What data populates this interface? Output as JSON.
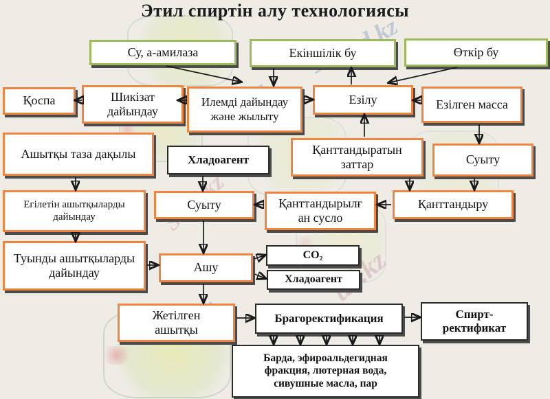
{
  "title": "Этил спиртін алу технологиясы",
  "colors": {
    "background": "#efece6",
    "green_border": "#9cba5b",
    "orange_border": "#ee8540",
    "black_border": "#2a2a2a",
    "shadow": "#4b4b4b",
    "watermark_blue": "#8096bc",
    "watermark_rose": "#c396aa"
  },
  "watermarks": {
    "wm1": "– Stud.kz",
    "wm2": "Stud.kz –",
    "wm3": "ud.kz",
    "wm4": "Stud",
    "wm5": "d.kz"
  },
  "boxes": [
    {
      "id": "su-amilaza",
      "style": "green",
      "label": "Су, а-амилаза"
    },
    {
      "id": "ekinshilik-bu",
      "style": "green",
      "label": "Екіншілік бу"
    },
    {
      "id": "otkir-bu",
      "style": "green",
      "label": "Өткір бу"
    },
    {
      "id": "qospa",
      "style": "orange",
      "label": "Қоспа"
    },
    {
      "id": "shikizat-dayindau",
      "style": "orange",
      "label": "Шикізат\nдайындау"
    },
    {
      "id": "ilemdi-dayindau",
      "style": "orange",
      "label": "Илемді дайындау\nжәне жылыту"
    },
    {
      "id": "ezilu",
      "style": "orange",
      "label": "Езілу"
    },
    {
      "id": "ezilgen-massa",
      "style": "orange",
      "label": "Езілген масса"
    },
    {
      "id": "ashytqy-taza-daqyly",
      "style": "orange",
      "label": "Ашытқы таза дақылы"
    },
    {
      "id": "qanttandyratyn-zattar",
      "style": "orange",
      "label": "Қанттандыратын\nзаттар"
    },
    {
      "id": "suytu-right",
      "style": "orange",
      "label": "Суыту"
    },
    {
      "id": "egiletin-ashytqylardy-dayindau",
      "style": "orange",
      "label": "Егілетін ашытқыларды\nдайындау"
    },
    {
      "id": "suytu-middle",
      "style": "orange",
      "label": "Суыту"
    },
    {
      "id": "qanttandyrylgan-suslo",
      "style": "orange",
      "label": "Қанттандырылғ\nан сусло"
    },
    {
      "id": "qanttandyru",
      "style": "orange",
      "label": "Қанттандыру"
    },
    {
      "id": "tuyndy-ashytqylardy-dayindau",
      "style": "orange",
      "label": "Туынды ашытқыларды\nдайындау"
    },
    {
      "id": "ashu",
      "style": "orange",
      "label": "Ашу"
    },
    {
      "id": "zhetilgen-ashytqy",
      "style": "orange",
      "label": "Жетілген\nашытқы"
    },
    {
      "id": "hladoagent-top",
      "style": "black",
      "label": "Хладоагент"
    },
    {
      "id": "co2",
      "style": "black",
      "label": "CO₂"
    },
    {
      "id": "hladoagent-bottom",
      "style": "black",
      "label": "Хладоагент"
    },
    {
      "id": "bragorektifikaciya",
      "style": "black",
      "label": "Брагоректификация"
    },
    {
      "id": "spirt-rektifikat",
      "style": "black",
      "label": "Спирт-\nректификат"
    },
    {
      "id": "barda",
      "style": "black",
      "label": "Барда, эфироальдегидная\nфракция, лютерная вода,\nсивушные масла, пар"
    }
  ]
}
